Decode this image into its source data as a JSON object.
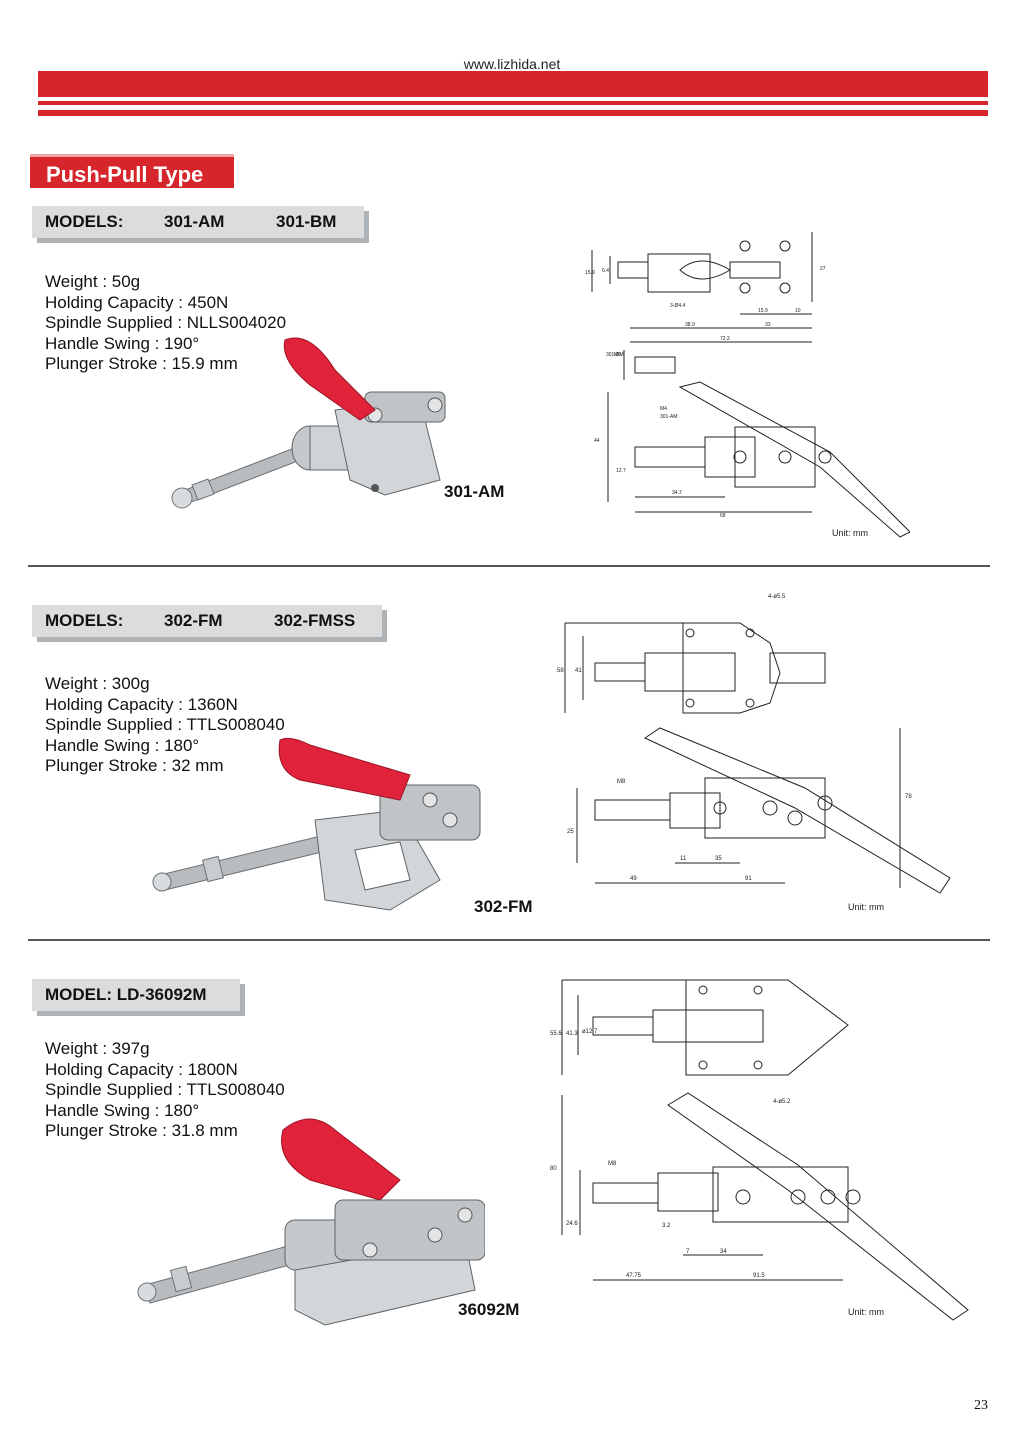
{
  "header": {
    "website": "www.lizhida.net",
    "accent_color": "#d6252b"
  },
  "section_title": "Push-Pull Type",
  "products": [
    {
      "models_label": "MODELS:",
      "model_a": "301-AM",
      "model_b": "301-BM",
      "specs": [
        "Weight : 50g",
        "Holding Capacity : 450N",
        "Spindle Supplied : NLLS004020",
        "Handle Swing : 190°",
        "Plunger Stroke : 15.9 mm"
      ],
      "caption": "301-AM",
      "unit": "Unit: mm",
      "dims_top": [
        "15.9",
        "6.4",
        "3-Ø4.4",
        "15.9",
        "10",
        "27",
        "38.9",
        "33",
        "72.2"
      ],
      "dims_side": [
        "M4",
        "301-AM",
        "44",
        "12.7",
        "34.7",
        "68",
        "301-BM",
        "M6"
      ]
    },
    {
      "models_label": "MODELS:",
      "model_a": "302-FM",
      "model_b": "302-FMSS",
      "specs": [
        "Weight : 300g",
        "Holding Capacity : 1360N",
        "Spindle Supplied : TTLS008040",
        "Handle Swing : 180°",
        "Plunger Stroke : 32 mm"
      ],
      "caption": "302-FM",
      "unit": "Unit: mm",
      "dims_top": [
        "4-ø5.5",
        "58",
        "41"
      ],
      "dims_side": [
        "M8",
        "25",
        "11",
        "35",
        "49",
        "91",
        "78"
      ]
    },
    {
      "models_label": "MODEL: LD-36092M",
      "specs": [
        "Weight : 397g",
        "Holding Capacity : 1800N",
        "Spindle Supplied : TTLS008040",
        "Handle Swing : 180°",
        "Plunger Stroke : 31.8 mm"
      ],
      "caption": "36092M",
      "unit": "Unit: mm",
      "dims_top": [
        "55.6",
        "41.3",
        "ø12.7",
        "4-ø5.2"
      ],
      "dims_side": [
        "M8",
        "80",
        "24.6",
        "3.2",
        "7",
        "34",
        "47.75",
        "91.5"
      ]
    }
  ],
  "page_number": "23"
}
